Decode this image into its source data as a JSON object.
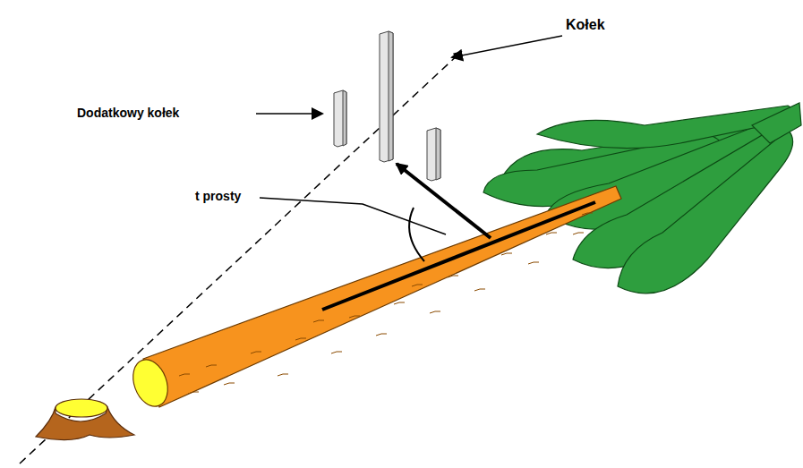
{
  "diagram": {
    "labels": [
      "Kołek",
      "Dodatkowy kołek",
      "t prosty"
    ]
  }
}
